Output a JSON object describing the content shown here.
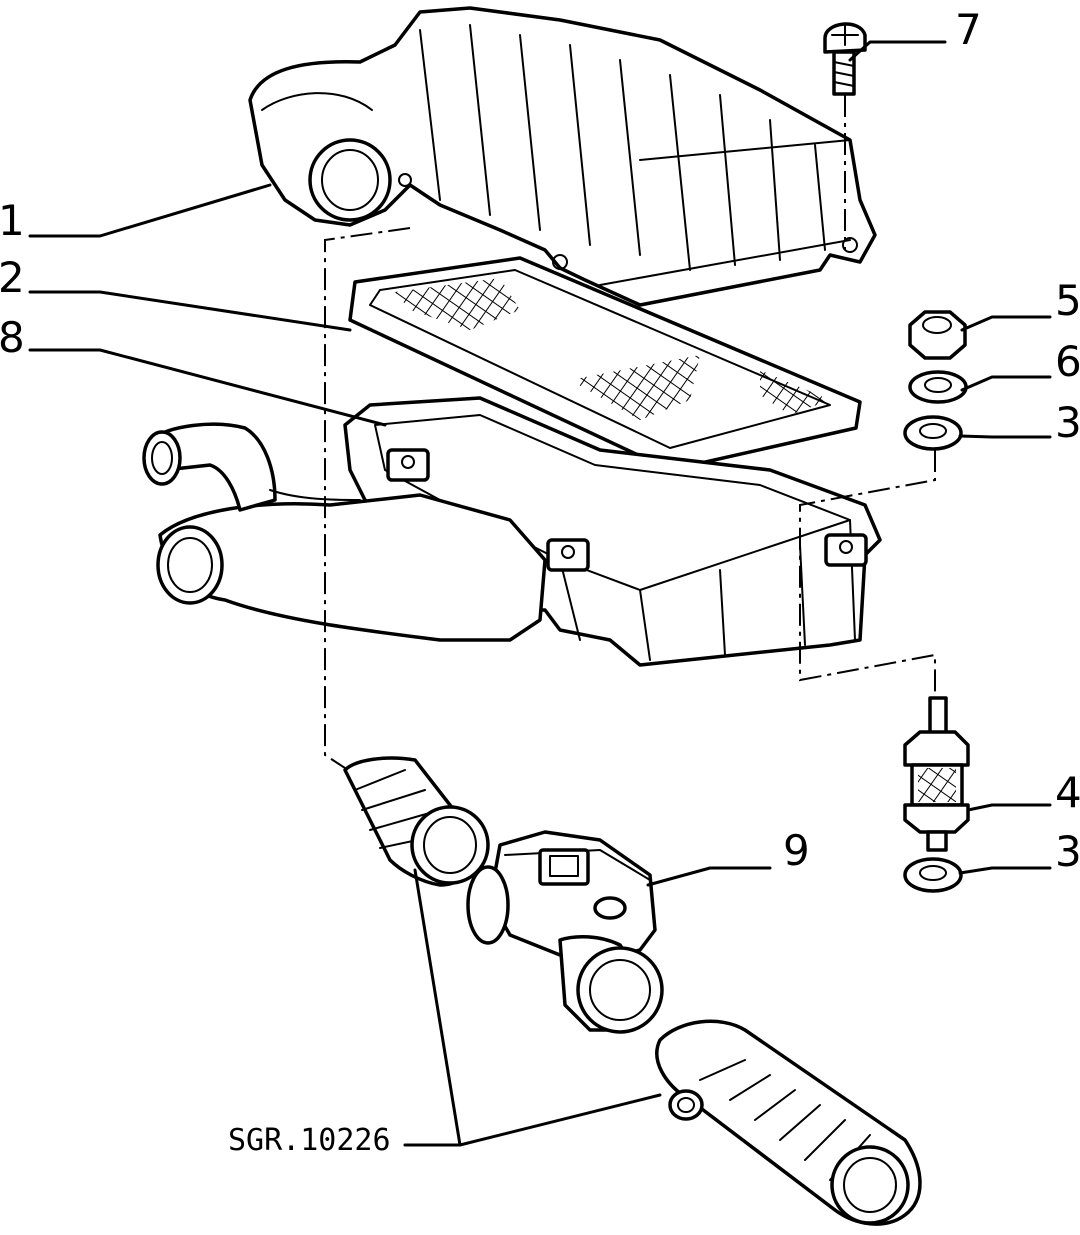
{
  "diagram": {
    "callouts": [
      {
        "id": "1",
        "label": "1"
      },
      {
        "id": "2",
        "label": "2"
      },
      {
        "id": "8",
        "label": "8"
      },
      {
        "id": "7",
        "label": "7"
      },
      {
        "id": "5",
        "label": "5"
      },
      {
        "id": "6",
        "label": "6"
      },
      {
        "id": "3a",
        "label": "3"
      },
      {
        "id": "4",
        "label": "4"
      },
      {
        "id": "3b",
        "label": "3"
      },
      {
        "id": "9",
        "label": "9"
      }
    ],
    "reference_code": "SGR.10226"
  }
}
